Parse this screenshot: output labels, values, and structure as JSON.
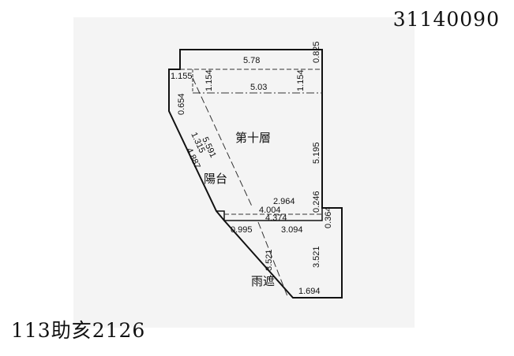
{
  "header": {
    "document_number": "31140090"
  },
  "footer": {
    "case_number": "113助亥2126"
  },
  "plan": {
    "rooms": {
      "main_floor": "第十層",
      "balcony": "陽台",
      "canopy": "雨遮"
    },
    "dimensions": {
      "top_width": "5.78",
      "top_right_offset": "0.825",
      "left_upper": "1.155",
      "inner_left_vertical": "1.154",
      "inner_right_vertical": "1.154",
      "inner_width": "5.03",
      "left_slant_short": "0.654",
      "balcony_depth": "1.315",
      "balcony_diagonal": "5.591",
      "outer_diagonal": "4.887",
      "right_height": "5.195",
      "step_width": "2.964",
      "step_height": "0.246",
      "mid_width_1": "4.004",
      "mid_width_2": "4.374",
      "right_step": "0.364",
      "lower_left": "0.995",
      "lower_width": "3.094",
      "canopy_diagonal": "3.521",
      "canopy_right": "3.521",
      "bottom_width": "1.694"
    }
  }
}
